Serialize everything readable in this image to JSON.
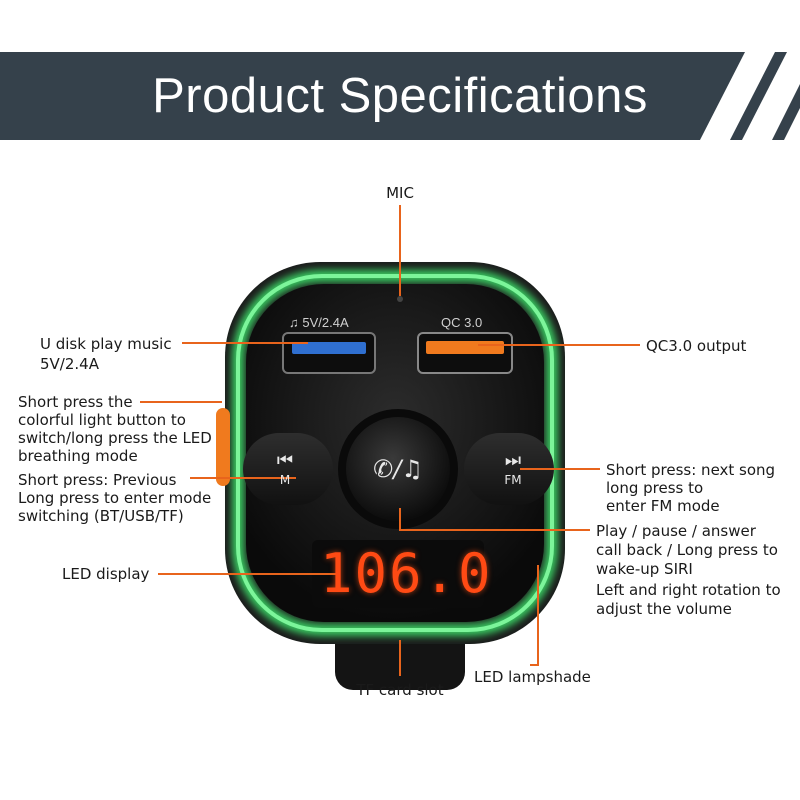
{
  "header": {
    "title": "Product Specifications"
  },
  "device": {
    "usb_port_label": "♫ 5V/2.4A",
    "qc_port_label": "QC 3.0",
    "led_display_value": "106.0",
    "left_button_text": "M",
    "right_button_text": "FM",
    "left_button_symbol": "⏮",
    "right_button_symbol": "⏭",
    "center_button_symbol": "✆/♫"
  },
  "callouts": {
    "mic": "MIC",
    "usb_music": [
      "U disk play music",
      "5V/2.4A"
    ],
    "qc_output": "QC3.0 output",
    "light_button": [
      "Short press the",
      "colorful light button to",
      "switch/long press the LED",
      "breathing mode"
    ],
    "previous": [
      "Short press: Previous",
      "Long press to enter mode",
      "switching (BT/USB/TF)"
    ],
    "next": [
      "Short press: next song",
      "long press to",
      "enter FM mode"
    ],
    "play": [
      "Play / pause / answer",
      "call back / Long press to",
      "wake-up SIRI",
      "Left and right rotation to",
      "adjust the volume"
    ],
    "led_display": "LED display",
    "tf_slot": "TF card slot",
    "lampshade": "LED lampshade"
  },
  "colors": {
    "banner": "#35414b",
    "callout_line": "#e8641c",
    "glow": "#3ee06a",
    "led_digits": "#ff4a14",
    "qc_port": "#f07a1e"
  }
}
